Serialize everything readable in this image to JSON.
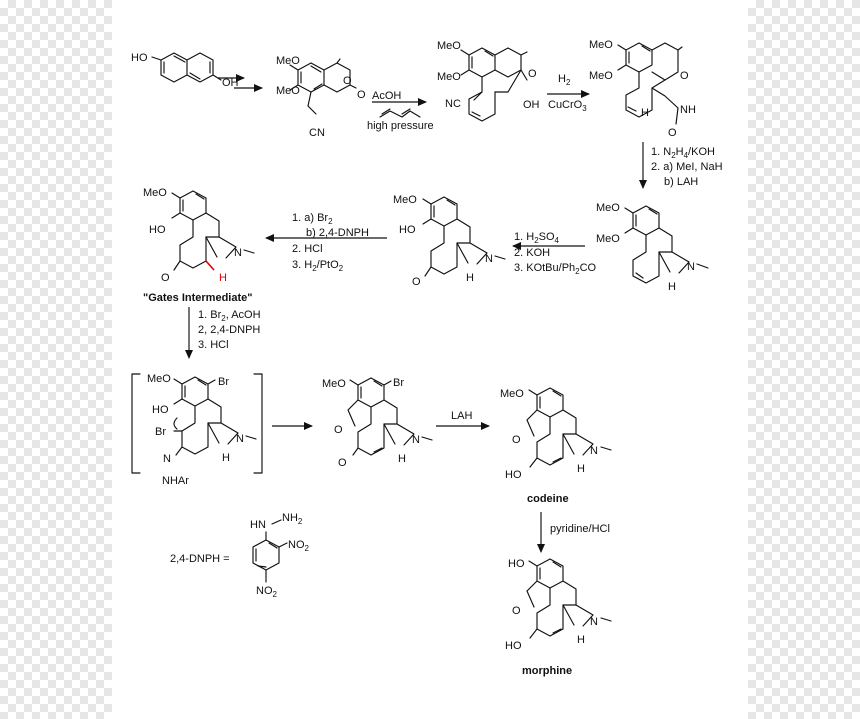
{
  "colors": {
    "background": "#ffffff",
    "ink": "#111111",
    "highlight": "#e00000"
  },
  "start": {
    "ho_top": "HO",
    "oh_bottom": "OH"
  },
  "quinone": {
    "meo1": "MeO",
    "meo2": "MeO",
    "o1": "O",
    "o2": "O",
    "cn": "CN"
  },
  "adduct": {
    "meo1": "MeO",
    "meo2": "MeO",
    "o": "O",
    "cn": "NC",
    "oh": "OH"
  },
  "lactam": {
    "meo1": "MeO",
    "meo2": "MeO",
    "o1": "O",
    "o2": "O",
    "nh": "NH",
    "h": "H"
  },
  "amine1": {
    "meo1": "MeO",
    "meo2": "MeO",
    "n": "N",
    "h": "H"
  },
  "ketone2": {
    "meo": "MeO",
    "ho": "HO",
    "n": "N",
    "h": "H",
    "o": "O"
  },
  "gates": {
    "meo": "MeO",
    "ho": "HO",
    "n": "N",
    "h": "H",
    "o": "O",
    "name": "\"Gates Intermediate\""
  },
  "bracket": {
    "meo": "MeO",
    "br1": "Br",
    "ho": "HO",
    "br2": "Br",
    "n": "N",
    "h": "H",
    "nnhar": "N",
    "nhar": "NHAr"
  },
  "enone": {
    "meo": "MeO",
    "br": "Br",
    "o1": "O",
    "o2": "O",
    "n": "N",
    "h": "H"
  },
  "codeine": {
    "meo": "MeO",
    "o": "O",
    "ho": "HO",
    "n": "N",
    "h": "H",
    "name": "codeine"
  },
  "morphine": {
    "ho1": "HO",
    "o": "O",
    "ho2": "HO",
    "n": "N",
    "h": "H",
    "name": "morphine"
  },
  "dnph": {
    "label": "2,4-DNPH =",
    "hn": "H",
    "n1": "N",
    "nh2": "NH",
    "nh2_sub": "2",
    "no2a": "NO",
    "no2a_sub": "2",
    "no2b": "NO",
    "no2b_sub": "2"
  },
  "steps": {
    "s1_arrows": "",
    "s2": {
      "reagent": "AcOH",
      "condition": "high pressure"
    },
    "s3": {
      "line1": "H",
      "line1_sub": "2",
      "line2a": "CuCrO",
      "line2_sub": "3"
    },
    "s4": {
      "line1a": "1. N",
      "line1_sub1": "2",
      "line1b": "H",
      "line1_sub2": "4",
      "line1c": "/KOH",
      "line2": "2. a) MeI, NaH",
      "line3": "b) LAH"
    },
    "s5": {
      "line1a": "1. H",
      "line1_sub1": "2",
      "line1b": "SO",
      "line1_sub2": "4",
      "line2": "2. KOH",
      "line3": "3. KOtBu/Ph",
      "line3_sub": "2",
      "line3b": "CO"
    },
    "s6": {
      "line1a": "1. a) Br",
      "line1_sub": "2",
      "line2": "b) 2,4-DNPH",
      "line3": "2. HCl",
      "line4a": "3. H",
      "line4_sub1": "2",
      "line4b": "/PtO",
      "line4_sub2": "2"
    },
    "s7": {
      "line1a": "1. Br",
      "line1_sub": "2",
      "line1b": ", AcOH",
      "line2": "2, 2,4-DNPH",
      "line3": "3. HCl"
    },
    "s8": {
      "reagent": "LAH"
    },
    "s9": {
      "reagent": "pyridine/HCl"
    }
  }
}
